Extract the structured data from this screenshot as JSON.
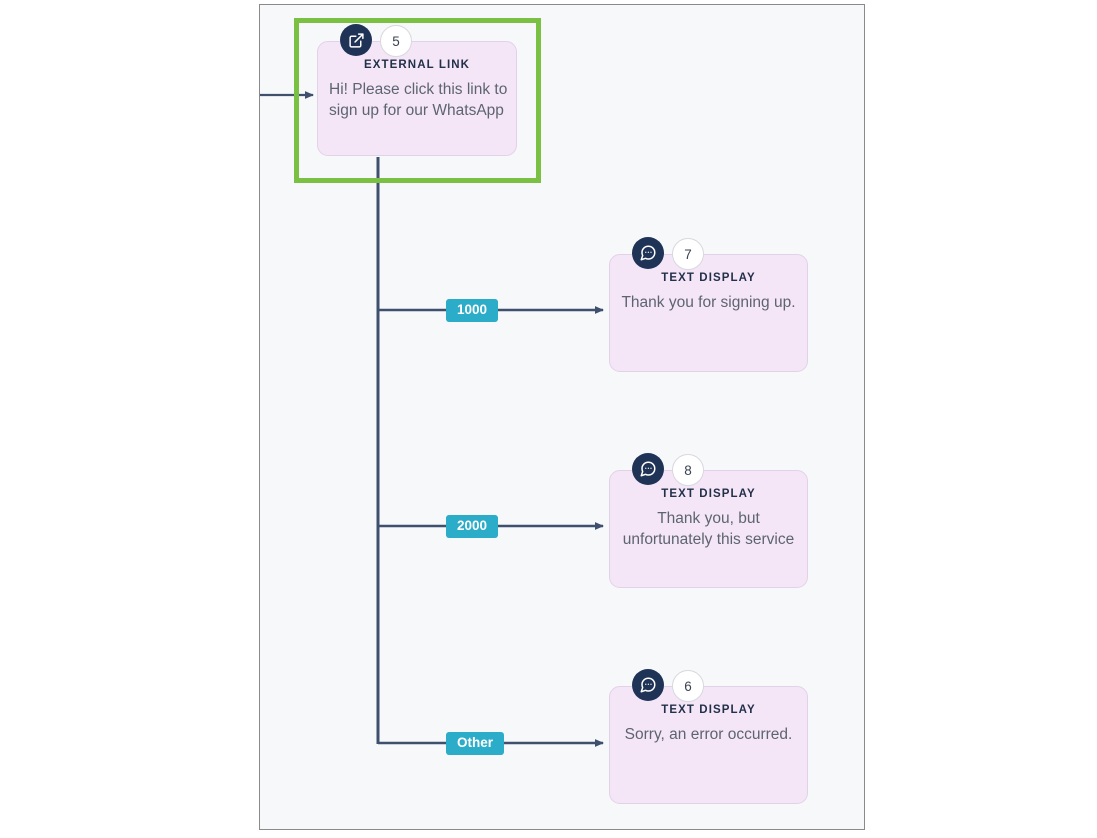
{
  "canvas": {
    "background_color": "#f7f8fa",
    "border_color": "#8a8a8a"
  },
  "selection": {
    "name": "selected-node-highlight",
    "target_node_id": "5",
    "color": "#7ac143"
  },
  "colors": {
    "node_fill": "#f4e6f7",
    "node_border": "#e2d2e8",
    "icon_badge": "#1f3356",
    "edge_line": "#3f4f6e",
    "edge_label_badge": "#2bacc8",
    "node_title_text": "#233049",
    "node_body_text": "#5d6470",
    "selection_green": "#7ac143"
  },
  "nodes": [
    {
      "id": "5",
      "number": "5",
      "icon": "external-link-icon",
      "type_label": "EXTERNAL LINK",
      "body_text": "Hi! Please click this link to sign up for our WhatsApp",
      "selected": true
    },
    {
      "id": "7",
      "number": "7",
      "icon": "chat-bubble-icon",
      "type_label": "TEXT DISPLAY",
      "body_text": "Thank you for signing up.",
      "selected": false
    },
    {
      "id": "8",
      "number": "8",
      "icon": "chat-bubble-icon",
      "type_label": "TEXT DISPLAY",
      "body_text": "Thank you, but unfortunately this service",
      "selected": false
    },
    {
      "id": "6",
      "number": "6",
      "icon": "chat-bubble-icon",
      "type_label": "TEXT DISPLAY",
      "body_text": "Sorry, an error occurred.",
      "selected": false
    }
  ],
  "edges": [
    {
      "id": "in",
      "label": null,
      "from": "offscreen",
      "to": "5"
    },
    {
      "id": "e1",
      "label": "1000",
      "from": "5",
      "to": "7"
    },
    {
      "id": "e2",
      "label": "2000",
      "from": "5",
      "to": "8"
    },
    {
      "id": "e3",
      "label": "Other",
      "from": "5",
      "to": "6"
    }
  ]
}
